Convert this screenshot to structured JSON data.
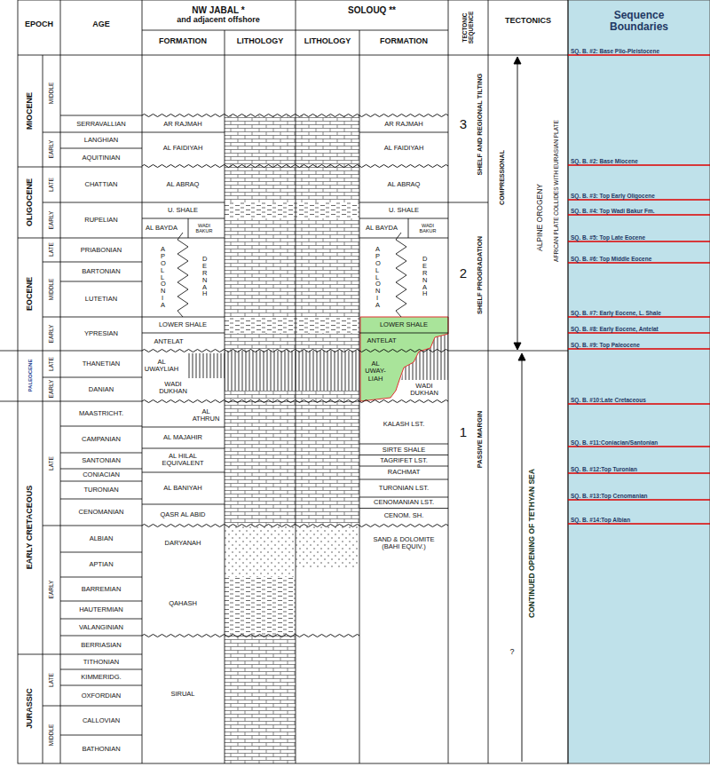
{
  "diagram": {
    "labels": [
      "EPOCH",
      "AGE",
      "NW JABAL *",
      "and adjacent offshore",
      "FORMATION",
      "LITHOLOGY",
      "SOLOUQ **",
      "LITHOLOGY",
      "FORMATION",
      "TECTONIC SEQUENCE",
      "TECTONICS",
      "Sequence Boundaries",
      "MIOCENE",
      "MIDDLE",
      "EARLY",
      "OLIGOCENE",
      "LATE",
      "EARLY",
      "EOCENE",
      "LATE",
      "MIDDLE",
      "EARLY",
      "PALEOCENE",
      "LATE",
      "EARLY",
      "EARLY CRETACEOUS",
      "LATE",
      "EARLY",
      "JURASSIC",
      "LATE",
      "MIDDLE",
      "SERRAVALLIAN",
      "LANGHIAN",
      "AQUITINIAN",
      "CHATTIAN",
      "RUPELIAN",
      "PRIABONIAN",
      "BARTONIAN",
      "LUTETIAN",
      "YPRESIAN",
      "THANETIAN",
      "DANIAN",
      "MAASTRICHT.",
      "CAMPANIAN",
      "SANTONIAN",
      "CONIACIAN",
      "TURONIAN",
      "CENOMANIAN",
      "ALBIAN",
      "APTIAN",
      "BARREMIAN",
      "HAUTERMIAN",
      "VALANGINIAN",
      "BERRIASIAN",
      "TITHONIAN",
      "KIMMERIDG.",
      "OXFORDIAN",
      "CALLOVIAN",
      "BATHONIAN",
      "AR RAJMAH",
      "AL FAIDIYAH",
      "AL ABRAQ",
      "U. SHALE",
      "AL BAYDA",
      "WADI BAKUR",
      "APOLLONIA",
      "DERNAH",
      "LOWER SHALE",
      "ANTELAT",
      "AL UWAYLIAH",
      "WADI DUKHAN",
      "AL ATHRUN",
      "AL MAJAHIR",
      "AL HILAL EQUIVALENT",
      "AL BANIYAH",
      "QASR AL ABID",
      "DARYANAH",
      "QAHASH",
      "SIRUAL",
      "AR RAJMAH",
      "AL FAIDIYAH",
      "AL ABRAQ",
      "U. SHALE",
      "AL BAYDA",
      "WADI BAKUR",
      "APOLLONIA",
      "DERNAH",
      "LOWER SHALE",
      "ANTELAT",
      "AL UWAY-LIAH",
      "WADI DUKHAN",
      "KALASH LST.",
      "SIRTE SHALE",
      "TAGRIFET LST.",
      "RACHMAT",
      "TURONIAN LST.",
      "CENOMANIAN LST.",
      "CENOM. SH.",
      "SAND & DOLOMITE (BAHI EQUIV.)",
      "3",
      "SHELF AND REGIONAL TILTING",
      "2",
      "SHELF PROGRADATION",
      "1",
      "PASSIVE MARGIN",
      "COMPRESSIONAL",
      "ALPINE OROGENY",
      "AFRICAN PLATE COLLIDES WITH EURASIAN PLATE",
      "CONTINUED OPENING OF TETHYAN SEA",
      "?",
      "SQ. B. #2: Base Plio-Pleistocene",
      "SQ. B. #2: Base Miocene",
      "SQ. B. #3: Top Early Oligocene",
      "SQ. B. #4: Top Wadi Bakur Fm.",
      "SQ. B. #5: Top Late Eocene",
      "SQ. B. #6: Top Middle Eocene",
      "SQ. B. #7: Early Eocene, L. Shale",
      "SQ. B. #8: Early Eocene, Antelat",
      "SQ. B. #9: Top Paleocene",
      "SQ. B. #10:Late Cretaceous",
      "SQ. B. #11:Coniacian/Santonian",
      "SQ. B. #12:Top Turonian",
      "SQ. B. #13:Top Cenomanian",
      "SQ. B. #14:Top Albian"
    ]
  }
}
